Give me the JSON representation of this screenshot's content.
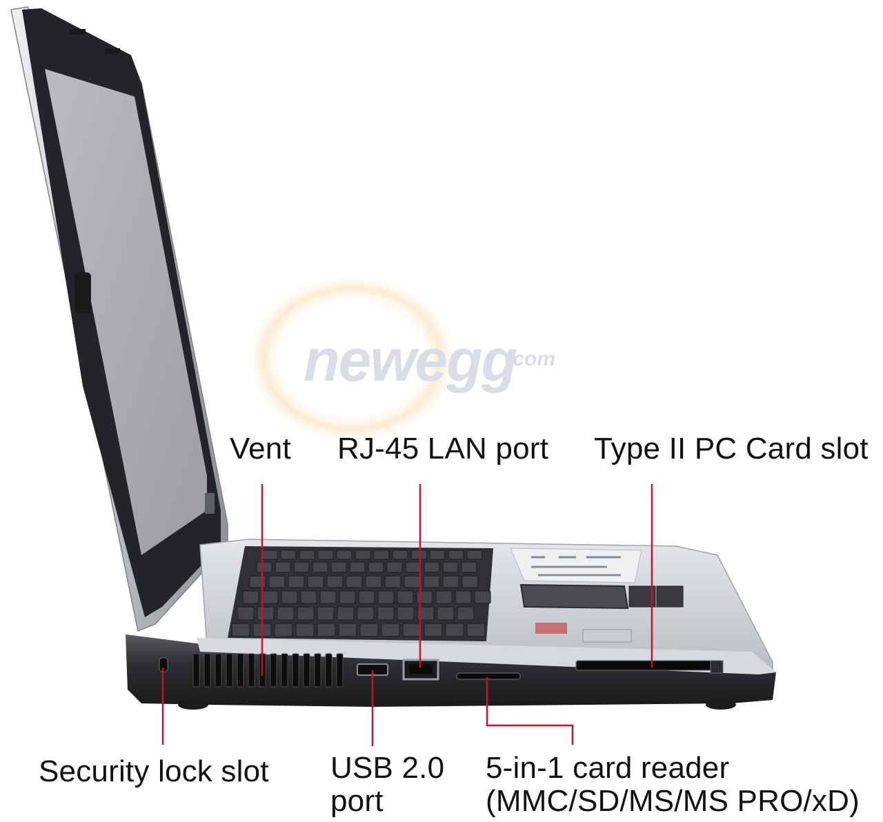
{
  "watermark": {
    "brand": "newegg",
    "suffix": ".com"
  },
  "colors": {
    "leader_line": "#c8102e",
    "label_text": "#111111",
    "laptop_dark": "#2a2a2c",
    "laptop_silver": "#cfd2d6",
    "screen": "#a9abad"
  },
  "callouts": {
    "vent": "Vent",
    "rj45": "RJ-45 LAN port",
    "pc_card": "Type II PC Card slot",
    "security_lock": "Security lock slot",
    "usb": "USB 2.0\nport",
    "card_reader": "5-in-1 card reader\n(MMC/SD/MS/MS PRO/xD)"
  }
}
